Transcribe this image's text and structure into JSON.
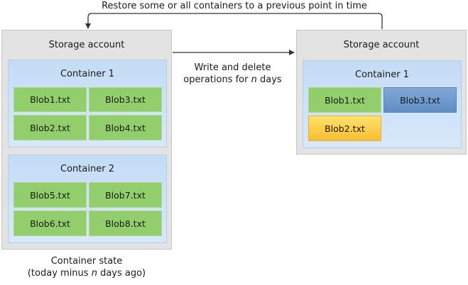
{
  "restore_label": "Restore some or all containers to a previous point in time",
  "middle_label": {
    "line1": "Write and delete",
    "line2_pre": "operations for ",
    "line2_em": "n",
    "line2_post": " days"
  },
  "left_account": {
    "title": "Storage account",
    "containers": [
      {
        "title": "Container 1",
        "blobs": [
          "Blob1.txt",
          "Blob3.txt",
          "Blob2.txt",
          "Blob4.txt"
        ]
      },
      {
        "title": "Container 2",
        "blobs": [
          "Blob5.txt",
          "Blob7.txt",
          "Blob6.txt",
          "Blob8.txt"
        ]
      }
    ],
    "caption": {
      "line1": "Container state",
      "line2_pre": "(today minus ",
      "line2_em": "n",
      "line2_post": " days ago)"
    }
  },
  "right_account": {
    "title": "Storage account",
    "container": {
      "title": "Container 1",
      "blobs": [
        {
          "name": "Blob1.txt",
          "state": "unchanged"
        },
        {
          "name": "Blob3.txt",
          "state": "modified"
        },
        {
          "name": "Blob2.txt",
          "state": "restored"
        }
      ]
    }
  },
  "colors": {
    "unchanged": "#92cf6c",
    "modified": "#6f9bcd",
    "restored": "#fbcf4b",
    "container": "#cfe2f8",
    "account": "#e3e3e3",
    "arrow": "#333333"
  }
}
